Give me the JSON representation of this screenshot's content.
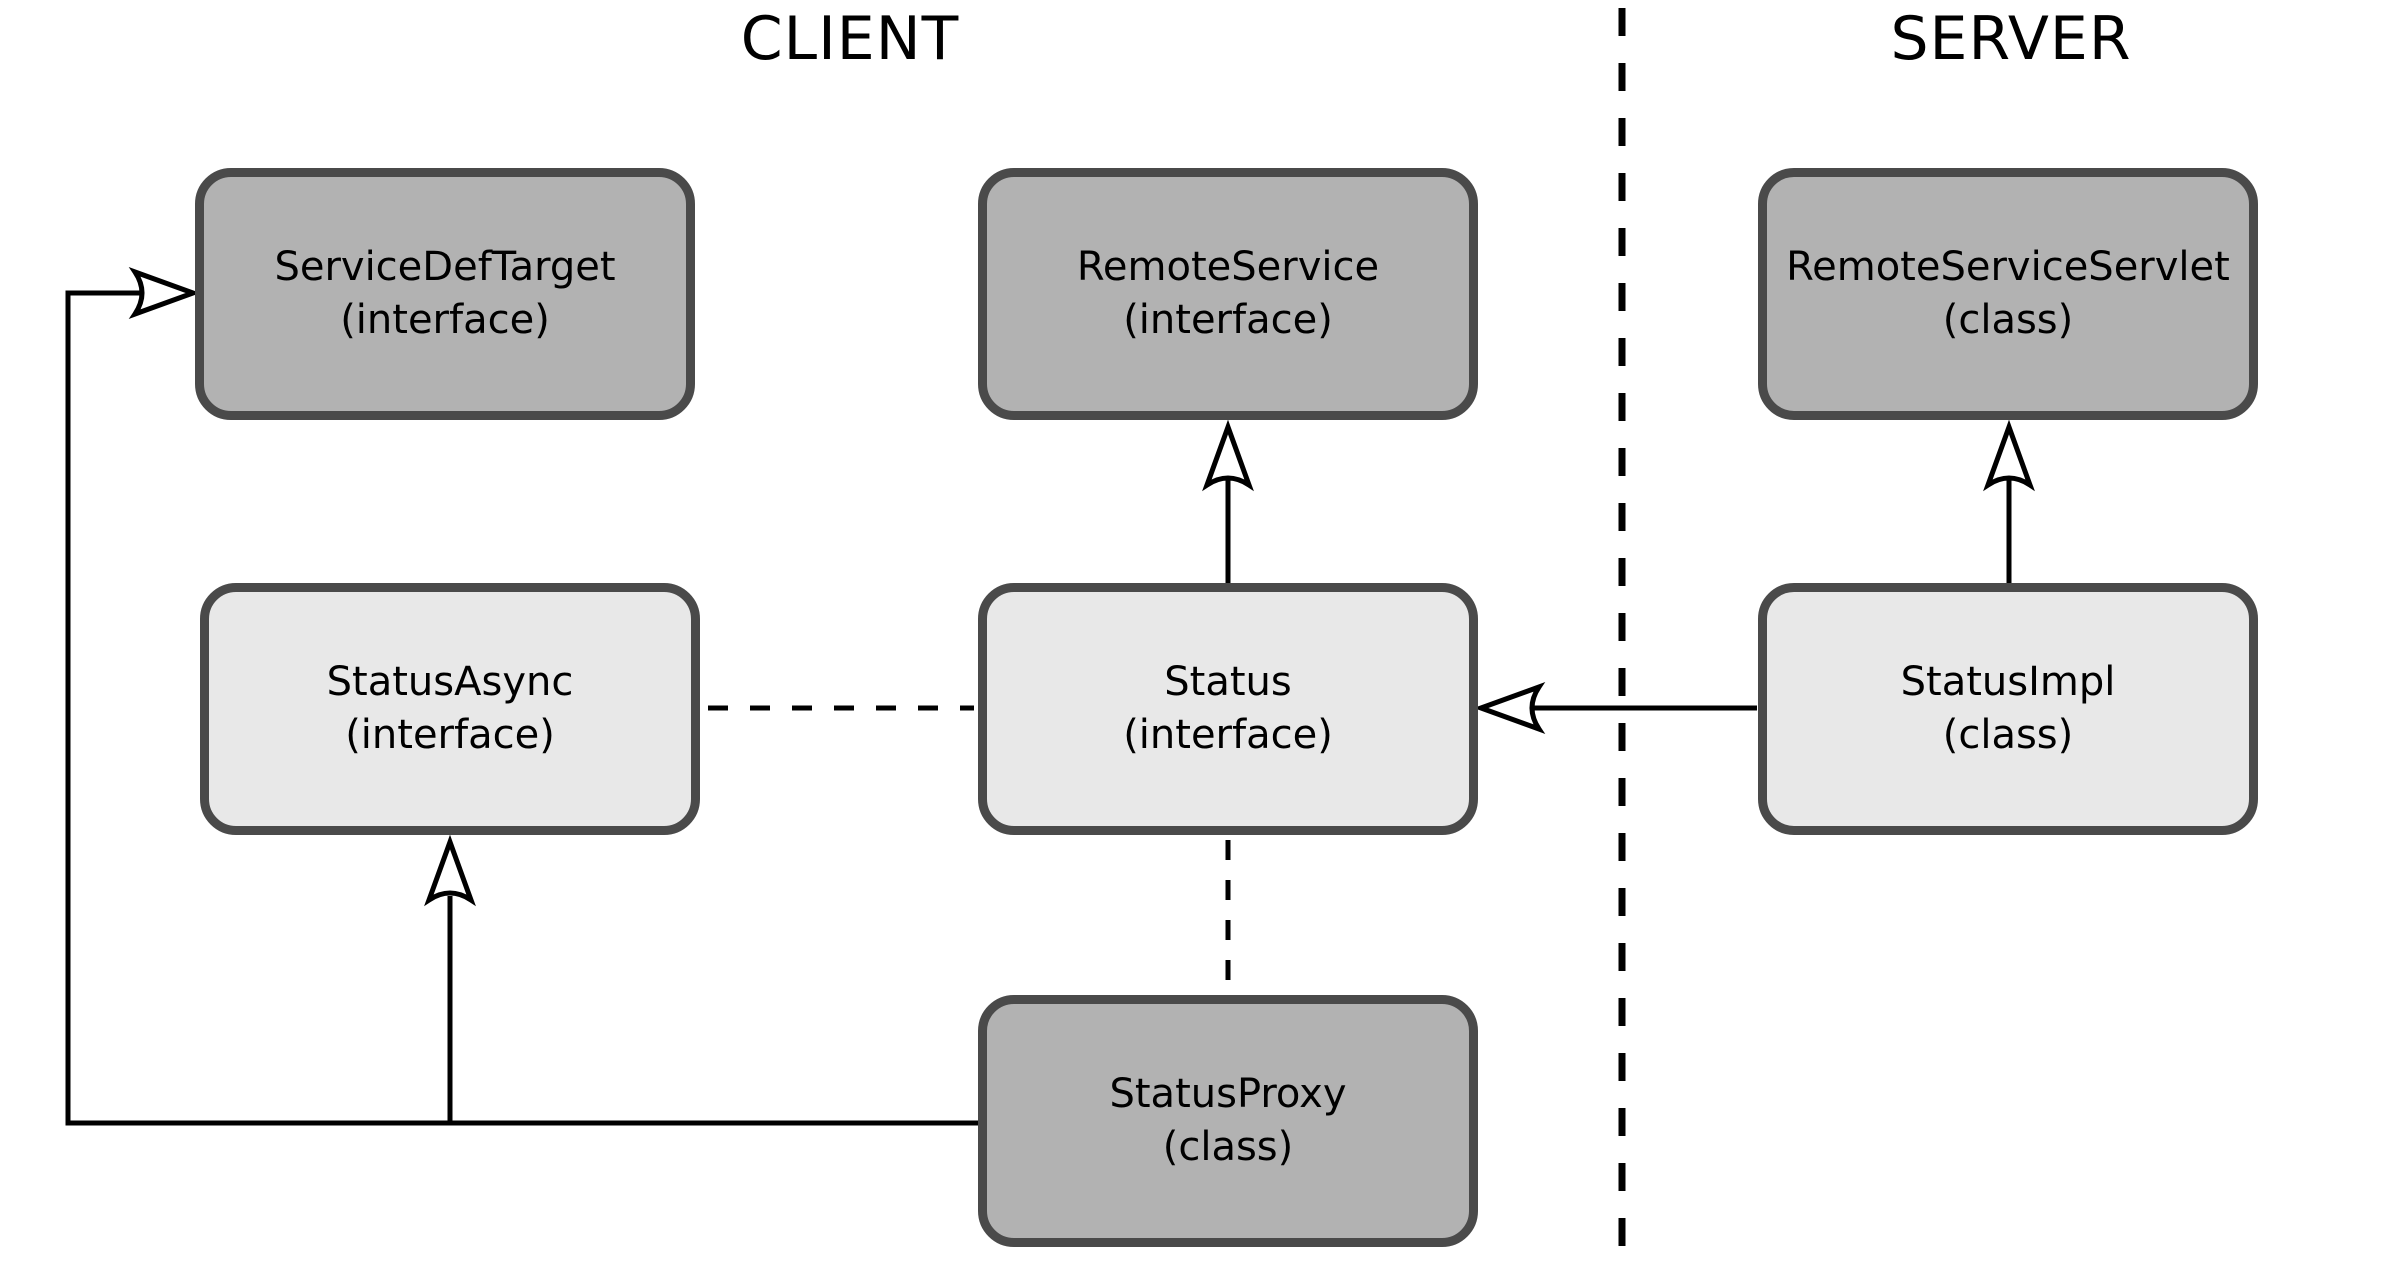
{
  "diagram": {
    "titles": {
      "client": "CLIENT",
      "server": "SERVER"
    },
    "nodes": {
      "serviceDefTarget": {
        "name": "ServiceDefTarget",
        "stereotype": "(interface)",
        "section": "client",
        "fill": "dark"
      },
      "remoteService": {
        "name": "RemoteService",
        "stereotype": "(interface)",
        "section": "client",
        "fill": "dark"
      },
      "remoteServiceServlet": {
        "name": "RemoteServiceServlet",
        "stereotype": "(class)",
        "section": "server",
        "fill": "dark"
      },
      "statusAsync": {
        "name": "StatusAsync",
        "stereotype": "(interface)",
        "section": "client",
        "fill": "light"
      },
      "status": {
        "name": "Status",
        "stereotype": "(interface)",
        "section": "client",
        "fill": "light"
      },
      "statusImpl": {
        "name": "StatusImpl",
        "stereotype": "(class)",
        "section": "server",
        "fill": "light"
      },
      "statusProxy": {
        "name": "StatusProxy",
        "stereotype": "(class)",
        "section": "client",
        "fill": "dark"
      }
    },
    "relationships": [
      {
        "from": "Status",
        "to": "RemoteService",
        "line": "solid",
        "arrowhead": "hollow-triangle"
      },
      {
        "from": "StatusImpl",
        "to": "RemoteServiceServlet",
        "line": "solid",
        "arrowhead": "hollow-triangle"
      },
      {
        "from": "StatusImpl",
        "to": "Status",
        "line": "solid",
        "arrowhead": "hollow-triangle"
      },
      {
        "from": "StatusAsync",
        "to": "Status",
        "line": "dashed",
        "arrowhead": "none"
      },
      {
        "from": "Status",
        "to": "StatusProxy",
        "line": "dashed",
        "arrowhead": "none"
      },
      {
        "from": "StatusProxy",
        "to": "StatusAsync",
        "line": "solid",
        "arrowhead": "hollow-triangle"
      },
      {
        "from": "StatusProxy",
        "to": "ServiceDefTarget",
        "line": "solid",
        "arrowhead": "hollow-triangle"
      }
    ],
    "divider": {
      "between": [
        "CLIENT",
        "SERVER"
      ],
      "style": "dashed-vertical"
    },
    "colors": {
      "background": "#ffffff",
      "node_border": "#4a4a4a",
      "node_fill_dark": "#b2b2b2",
      "node_fill_light": "#e8e8e8",
      "line": "#000000",
      "text": "#000000"
    }
  }
}
